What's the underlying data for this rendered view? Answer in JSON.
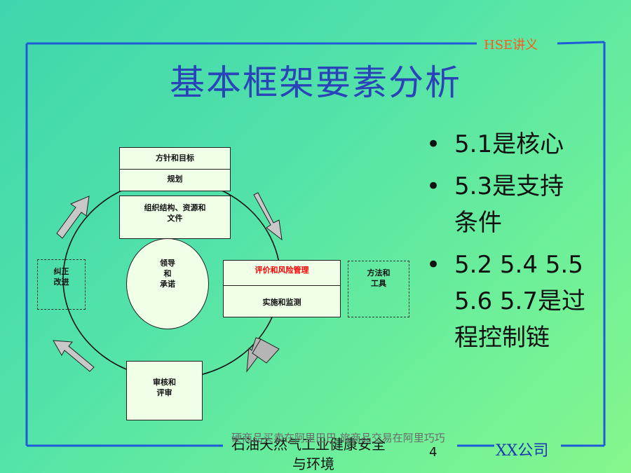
{
  "header": {
    "tag": "HSE讲义"
  },
  "title": "基本框架要素分析",
  "diagram": {
    "top_box_upper": "方针和目标",
    "top_box_lower": "规划",
    "org_box": "组织结构、资源和\n文件",
    "circle": "领导\n和\n承诺",
    "eval_box_upper": "评价和风险管理",
    "eval_box_lower": "实施和监测",
    "tools_box": "方法和\n工具",
    "correct_box": "纠正\n改进",
    "audit_box": "审核和\n评审"
  },
  "bullets": [
    {
      "dot": "•",
      "text": "5.1是核心"
    },
    {
      "dot": "•",
      "text": "5.3是支持\n条件"
    },
    {
      "dot": "•",
      "text": "5.2 5.4 5.5\n5.6 5.7是过\n程控制链"
    }
  ],
  "footer": {
    "line1": "石油天然气工业健康安全",
    "line2": "与环境",
    "overlay": "硬商品买卖在阿里巴巴 旅商品交易在阿里巧巧",
    "page": "4",
    "company": "XX公司"
  },
  "colors": {
    "title": "#2a43b8",
    "tag": "#ff5a1a",
    "frame": "#1e5bd6",
    "risk_text": "#ff0000",
    "company": "#1a3ab0"
  }
}
